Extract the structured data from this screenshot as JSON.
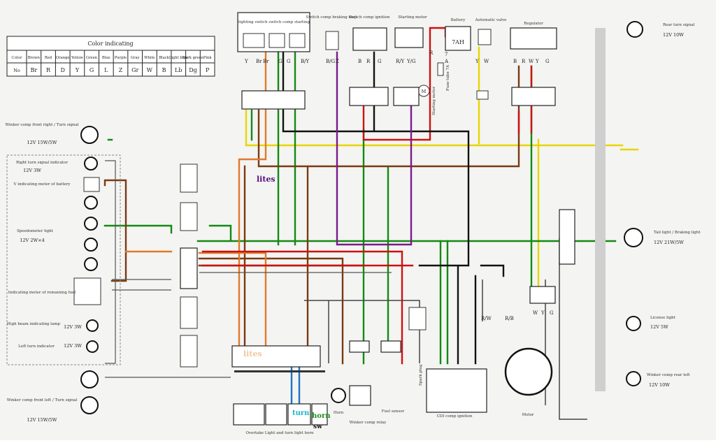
{
  "color_table": {
    "title": "Color indicating",
    "row_labels": [
      "Color",
      "No"
    ],
    "colors": [
      "Brown",
      "Red",
      "Orange",
      "Yellow",
      "Green",
      "Blue",
      "Purple",
      "Gray",
      "White",
      "Black",
      "Light blue",
      "Dark green",
      "Pink"
    ],
    "codes": [
      "Br",
      "R",
      "D",
      "Y",
      "G",
      "L",
      "Z",
      "Gr",
      "W",
      "B",
      "Lb",
      "Dg",
      "P"
    ]
  },
  "left_labels": {
    "front_right_signal": "Winker comp front right / Turn signal",
    "front_right_spec": "12V  15W/5W",
    "right_indicator": "Right turn signal indicator",
    "right_indicator_spec": "12V  3W",
    "battery_meter": "V indicating meter of battery",
    "speedo": "Speedometer light",
    "speedo_spec": "12V  2W×4",
    "fuel_meter": "Indicating meter of remaining fuel",
    "high_beam": "High beam indicating lamp",
    "high_beam_spec": "12V  3W",
    "left_indicator": "Left turn indicator",
    "left_indicator_spec": "12V  3W",
    "front_left_signal": "Winker comp front left / Turn signal",
    "front_left_spec": "12V  15W/5W"
  },
  "top_labels": {
    "light_switch": "lighting switch  switch comp starting",
    "brake_switch": "Switch comp braking stop",
    "ignition": "Switch comp ignition",
    "starter": "Starting motor",
    "battery": "Battery",
    "battery_value": "7AH",
    "fuse": "Fuse tube 7A",
    "starting_motor": "Starting motor",
    "auto_valve": "Automatic valve",
    "regulator": "Regulator"
  },
  "right_labels": {
    "rear_right_signal": "Rear turn signal",
    "rear_right_spec": "12V  10W",
    "tail_light": "Tail light / Braking light",
    "tail_spec": "12V  21W/5W",
    "license": "License light",
    "license_spec": "12V  5W",
    "rear_left_signal": "Winker comp rear left",
    "rear_left_spec": "12V  10W"
  },
  "bottom_labels": {
    "overtake_switch": "Overtake  Light and turn light  horn",
    "horn": "Horn",
    "winker_relay": "Winker comp relay",
    "fuel_sensor": "Fuel sensor",
    "spark": "Spark plug",
    "cdi": "CDI comp ignition",
    "motor": "Motor"
  },
  "annotations": {
    "lites_mid": "lites",
    "lites_bottom": "lites",
    "turn": "turn",
    "horn": "horn",
    "sw": "sw"
  },
  "wire_codes": {
    "light_switch": [
      "Y",
      "Br",
      "Br",
      "G",
      "G",
      "B/Y"
    ],
    "brake": [
      "B/G",
      "Z"
    ],
    "ignition": [
      "B",
      "R",
      "G"
    ],
    "starter": [
      "R/Y",
      "Y/G"
    ],
    "auto_valve": [
      "Y",
      "W"
    ],
    "regulator": [
      "B",
      "R",
      "W",
      "Y",
      "G"
    ],
    "battery_fuse": [
      "R",
      "7",
      "A"
    ],
    "tail_conn": [
      "W",
      "Y",
      "G"
    ],
    "cdi": [
      "R/W",
      "R/B"
    ]
  },
  "colors": {
    "yellow": "#e8d500",
    "green": "#138a13",
    "brown": "#7a3a12",
    "orange": "#e07a2a",
    "black": "#111111",
    "purple": "#7a1a8c",
    "red": "#cc1111",
    "blue": "#1c74c8",
    "lites_purple": "#5a0f7a",
    "turn_cyan": "#19b6c8",
    "horn_green": "#1a8a1a"
  }
}
